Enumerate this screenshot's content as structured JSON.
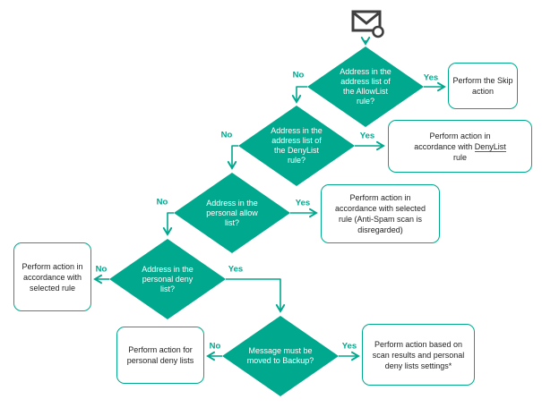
{
  "colors": {
    "accent": "#00A88E",
    "diamond_fill": "#00A88E",
    "diamond_text": "#ffffff",
    "box_border": "#00A88E",
    "box_text": "#1f1f1f",
    "envelope": "#3f3f3f",
    "denylist_underline": "#c0392b"
  },
  "icons": {
    "message": "message-icon"
  },
  "flow": {
    "decisions": {
      "allowlist": {
        "text": "Address in the\naddress list of\nthe AllowList\nrule?"
      },
      "denylist": {
        "text": "Address in the\naddress list of\nthe DenyList\nrule?"
      },
      "personal_allow": {
        "text": "Address in the\npersonal allow\nlist?"
      },
      "personal_deny": {
        "text": "Address in the\npersonal deny\nlist?"
      },
      "backup": {
        "text": "Message must be\nmoved to Backup?"
      }
    },
    "actions": {
      "skip": {
        "text": "Perform the Skip\naction"
      },
      "denylist_rule": {
        "prefix": "Perform action in\naccordance with ",
        "underlined": "DenyList",
        "suffix": "\nrule"
      },
      "selected_rule_antispam": {
        "text": "Perform action in\naccordance with selected\nrule (Anti-Spam scan is\ndisregarded)"
      },
      "selected_rule": {
        "text": "Perform action in\naccordance with\nselected rule"
      },
      "personal_deny_lists": {
        "text": "Perform action for\npersonal deny lists"
      },
      "scan_results": {
        "text": "Perform action based on\nscan results and personal\ndeny lists settings*"
      }
    },
    "labels": {
      "yes": "Yes",
      "no": "No"
    }
  }
}
